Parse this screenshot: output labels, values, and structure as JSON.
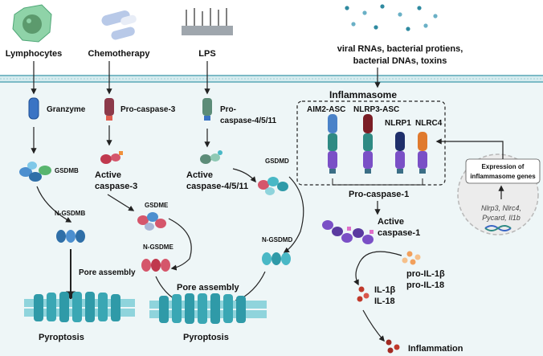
{
  "columns": {
    "lymphocytes": {
      "trigger": "Lymphocytes",
      "effector": "Granzyme",
      "substrate": "GSDMB",
      "fragment": "N-GSDMB",
      "pore": "Pore assembly",
      "outcome": "Pyroptosis"
    },
    "chemotherapy": {
      "trigger": "Chemotherapy",
      "precursor": "Pro-caspase-3",
      "active_line1": "Active",
      "active_line2": "caspase-3",
      "substrate": "GSDME",
      "fragment": "N-GSDME"
    },
    "lps": {
      "trigger": "LPS",
      "precursor_line1": "Pro-",
      "precursor_line2": "caspase-4/5/11",
      "active_line1": "Active",
      "active_line2": "caspase-4/5/11",
      "substrate": "GSDMD",
      "fragment": "N-GSDMD",
      "pore": "Pore assembly",
      "outcome": "Pyroptosis"
    },
    "inflammasome": {
      "triggers_line1": "viral RNAs, bacterial protiens,",
      "triggers_line2": "bacterial DNAs, toxins",
      "title": "Inflammasome",
      "sensors": [
        "AIM2-ASC",
        "NLRP3-ASC",
        "NLRP1",
        "NLRC4"
      ],
      "precursor": "Pro-caspase-1",
      "active_line1": "Active",
      "active_line2": "caspase-1",
      "pro_cytokine1": "pro-IL-1β",
      "pro_cytokine2": "pro-IL-18",
      "cytokine1": "IL-1β",
      "cytokine2": "IL-18",
      "outcome": "Inflammation"
    },
    "nucleus": {
      "title_line1": "Expression of",
      "title_line2": "inflammasome genes",
      "genes_line1": "Nlrp3, Nlrc4,",
      "genes_line2": "Pycard, Il1b"
    }
  },
  "colors": {
    "membrane_fill": "#e8f3f5",
    "membrane_line": "#5fa9b8",
    "pore": "#3aa7b4",
    "granzyme": "#3b74c4",
    "procasp3": "#8c3a4a",
    "procasp4": "#5c8c78",
    "gsdmb": "#2f6fa8",
    "gsdme": "#d5566b",
    "gsdmd": "#49b8c6",
    "caspase1": "#7a4fc6",
    "nlrp3": "#7a1d25",
    "nlrp1": "#1f2f6b",
    "nlrc4": "#e07a2e",
    "aim2": "#4a82c8",
    "teal_domain": "#2f8a83",
    "cytokine": "#f2a05c",
    "il1b": "#c0392b",
    "inflammation": "#a12a22"
  }
}
